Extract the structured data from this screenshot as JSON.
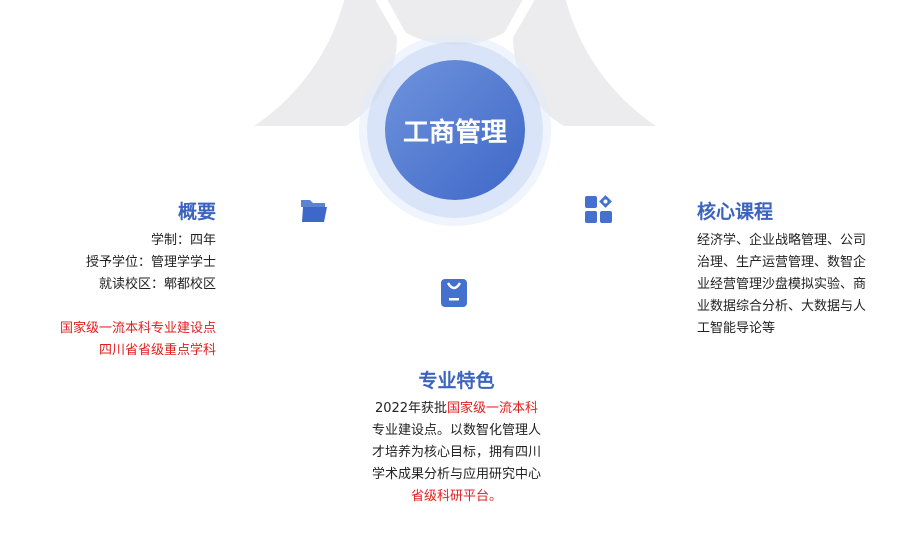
{
  "center_title": "工商管理",
  "overview": {
    "title": "概要",
    "lines": [
      "学制：四年",
      "授予学位：管理学学士",
      "就读校区：郫都校区"
    ],
    "highlights": [
      "国家级一流本科专业建设点",
      "四川省省级重点学科"
    ]
  },
  "features": {
    "title": "专业特色",
    "year": "2022年获批",
    "red1": "国家级一流本科",
    "lines": [
      "专业建设点。以数智化管理人",
      "才培养为核心目标，拥有四川",
      "学术成果分析与应用研究中心"
    ],
    "red2": "省级科研平台。"
  },
  "courses": {
    "title": "核心课程",
    "lines": [
      "经济学、企业战略管理、公司",
      "治理、生产运营管理、数智企",
      "业经营管理沙盘模拟实验、商",
      "业数据综合分析、大数据与人",
      "工智能导论等"
    ]
  },
  "colors": {
    "accent": "#3b63bf",
    "red": "#e02020",
    "sector": "#ececee"
  }
}
